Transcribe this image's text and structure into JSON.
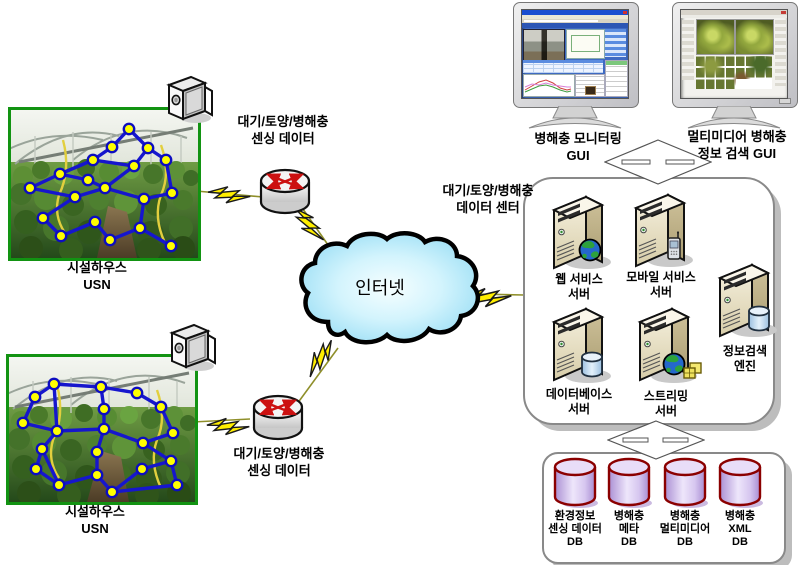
{
  "figure": {
    "internet": {
      "label": "인터넷"
    },
    "usn_sites": [
      {
        "title": "시설하우스",
        "subtitle": "USN"
      },
      {
        "title": "시설하우스",
        "subtitle": "USN"
      }
    ],
    "sensing_links": [
      {
        "line1": "대기/토양/병해충",
        "line2": "센싱 데이터"
      },
      {
        "line1": "대기/토양/병해충",
        "line2": "센싱 데이터"
      }
    ],
    "data_center": {
      "title_line1": "대기/토양/병해충",
      "title_line2": "데이터 센터",
      "servers": [
        {
          "id": "web-service",
          "line1": "웹 서비스",
          "line2": "서버"
        },
        {
          "id": "mobile-service",
          "line1": "모바일 서비스",
          "line2": "서버"
        },
        {
          "id": "info-search-engine",
          "line1": "정보검색",
          "line2": "엔진"
        },
        {
          "id": "database-server",
          "line1": "데이터베이스",
          "line2": "서버"
        },
        {
          "id": "streaming-server",
          "line1": "스트리밍",
          "line2": "서버"
        }
      ]
    },
    "guis": [
      {
        "line1": "병해충 모니터링",
        "line2": "GUI"
      },
      {
        "line1": "멀티미디어 병해충",
        "line2": "정보 검색 GUI"
      }
    ],
    "databases": [
      {
        "line1": "환경정보",
        "line2": "센싱 데이터",
        "line3": "DB"
      },
      {
        "line1": "병해충",
        "line2": "메타",
        "line3": "DB"
      },
      {
        "line1": "병해충",
        "line2": "멀티미디어",
        "line3": "DB"
      },
      {
        "line1": "병해충",
        "line2": "XML",
        "line3": "DB"
      }
    ],
    "colors": {
      "photo_border": "#129312",
      "sensor_node": "#ffff00",
      "sensor_link": "#1616cd",
      "cloud_fill": "#8ed9f3",
      "lightning": "#ffee00",
      "server_body": "#e9e0c4",
      "db_cylinder": "#d6c6ef",
      "db_outline": "#8b0000",
      "router_arrows": "#cc1111"
    }
  }
}
